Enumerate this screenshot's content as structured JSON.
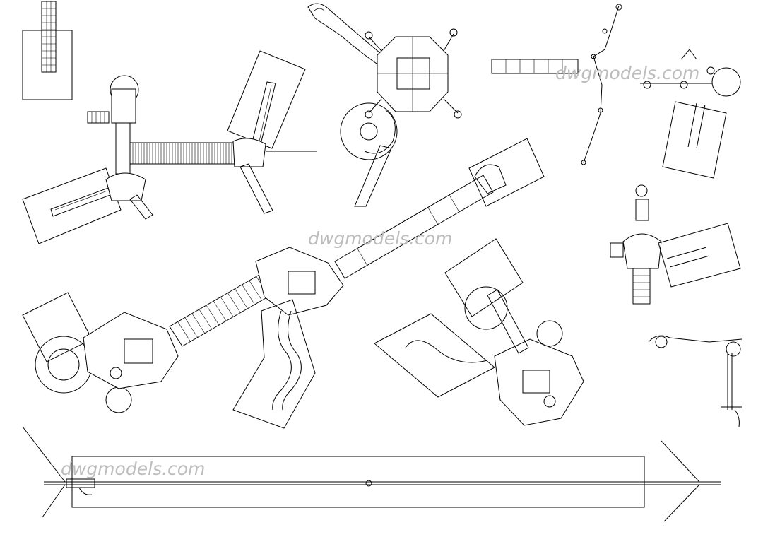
{
  "watermark": {
    "text": "dwgmodels.com",
    "color": "#bdbdbd"
  },
  "drawing": {
    "background": "#ffffff",
    "line_color": "#000000",
    "items": [
      "tall-slide-tower",
      "tube-bridge-playset",
      "octagon-tower-with-spiral-slide",
      "ladder-chain-climber",
      "small-tower-with-slide",
      "large-playset-with-tube-slide",
      "wavy-slide-section",
      "twin-slide-tower",
      "side-elevation-unit",
      "zip-line-cable"
    ]
  }
}
